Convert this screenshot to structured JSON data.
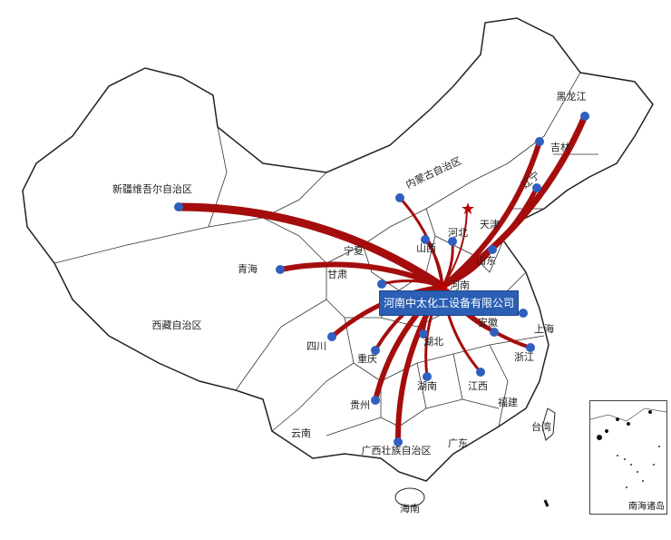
{
  "title_label": "河南中太化工设备有限公司",
  "origin": "河南",
  "colors": {
    "route": "#a50d0d",
    "dot": "#2f5fbf",
    "label_bg": "#2b5fb4"
  },
  "provinces": [
    "新疆维吾尔自治区",
    "内蒙古自治区",
    "黑龙江",
    "吉林",
    "辽宁",
    "天津",
    "河北",
    "山西",
    "宁夏",
    "甘肃",
    "青海",
    "河南",
    "山东",
    "安徽",
    "上海",
    "浙江",
    "湖北",
    "四川",
    "重庆",
    "湖南",
    "江西",
    "福建",
    "台湾",
    "贵州",
    "云南",
    "广西壮族自治区",
    "广东",
    "海南",
    "西藏自治区"
  ],
  "destinations": [
    "新疆",
    "青海",
    "陕西",
    "山西",
    "河北",
    "北京",
    "山东",
    "辽宁",
    "吉林",
    "黑龙江",
    "内蒙古",
    "江苏",
    "浙江",
    "安徽",
    "江西",
    "湖北",
    "湖南",
    "重庆",
    "四川",
    "贵州",
    "广西"
  ],
  "inset_label": "南海诸岛"
}
